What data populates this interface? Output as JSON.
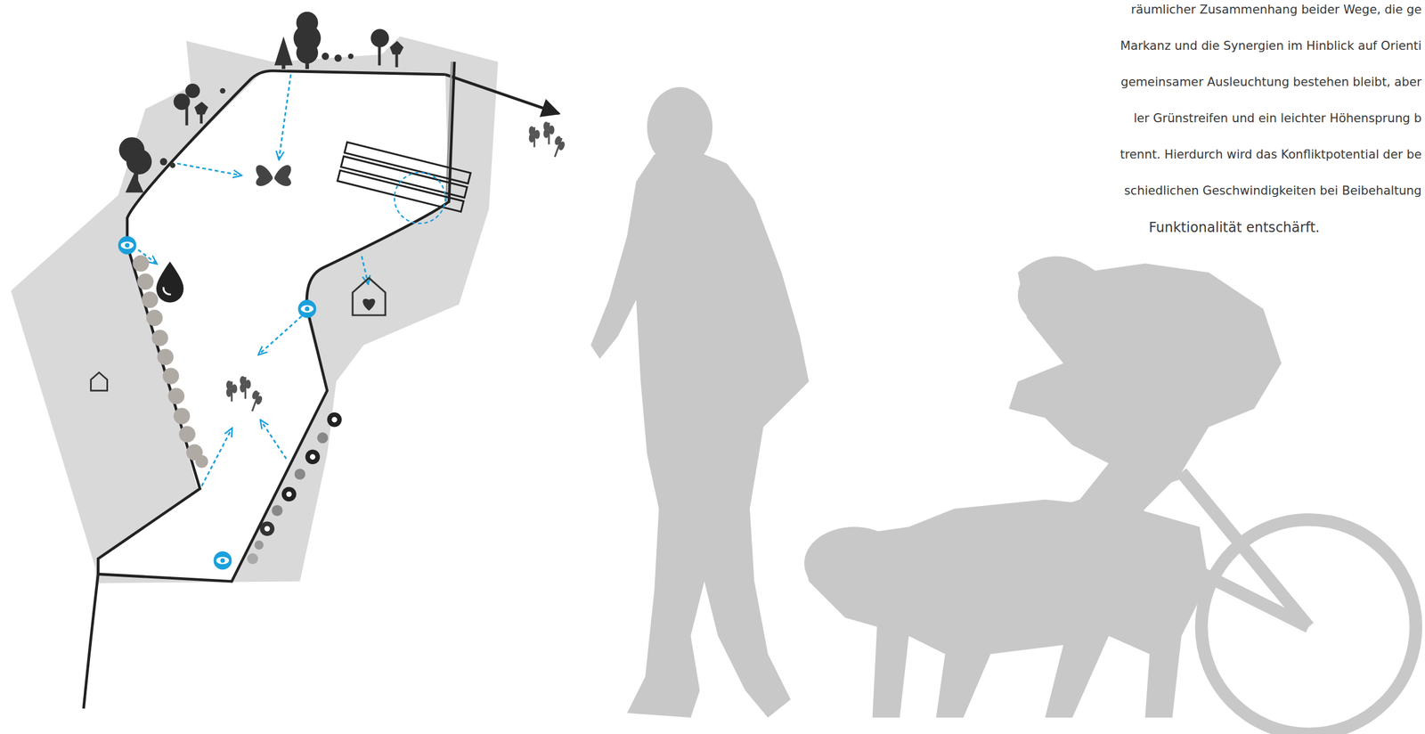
{
  "diagram": {
    "labels": [
      "räumlicher Zusammenhang beider Wege, die ge",
      "Markanz und die Synergien im Hinblick auf Orienti",
      "gemeinsamer Ausleuchtung bestehen bleibt, aber",
      "ler Grünstreifen und ein leichter Höhensprung b",
      "trennt. Hierdurch wird das Konfliktpotential der be",
      "schiedlichen Geschwindigkeiten bei Beibehaltung",
      "Funktionalität entschärft."
    ]
  }
}
